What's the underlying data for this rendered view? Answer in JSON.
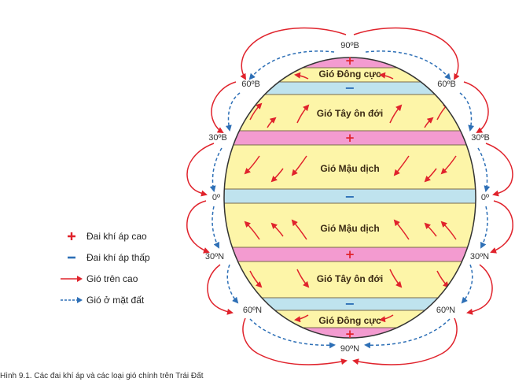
{
  "latitude_labels": {
    "north_pole": "90ºB",
    "lat60n_left": "60ºB",
    "lat60n_right": "60ºB",
    "lat30n_left": "30ºB",
    "lat30n_right": "30ºB",
    "equator_left": "0º",
    "equator_right": "0º",
    "lat30s_left": "30ºN",
    "lat30s_right": "30ºN",
    "lat60s_left": "60ºN",
    "lat60s_right": "60ºN",
    "south_pole": "90ºN"
  },
  "wind_zones": {
    "polar_easterlies_north": "Gió Đông cực",
    "westerlies_north": "Gió Tây ôn đới",
    "trade_winds_north": "Gió Mậu dịch",
    "trade_winds_south": "Gió Mậu dịch",
    "westerlies_south": "Gió Tây ôn đới",
    "polar_easterlies_south": "Gió Đông cực"
  },
  "pressure_symbols": {
    "high": "+",
    "low": "−"
  },
  "legend": {
    "high_pressure": "Đai khí áp cao",
    "low_pressure": "Đai khí áp thấp",
    "upper_wind": "Gió trên cao",
    "surface_wind": "Gió ở mặt đất"
  },
  "caption": "Hình 9.1. Các đai khí áp và các loại gió chính trên Trái Đất",
  "colors": {
    "high_pressure_belt": "#f39bd0",
    "low_pressure_belt": "#bfe3ee",
    "wind_zone": "#fdf5a8",
    "upper_wind_arrow": "#e0232c",
    "surface_wind_arrow": "#2d6fb6",
    "outline": "#333333"
  }
}
